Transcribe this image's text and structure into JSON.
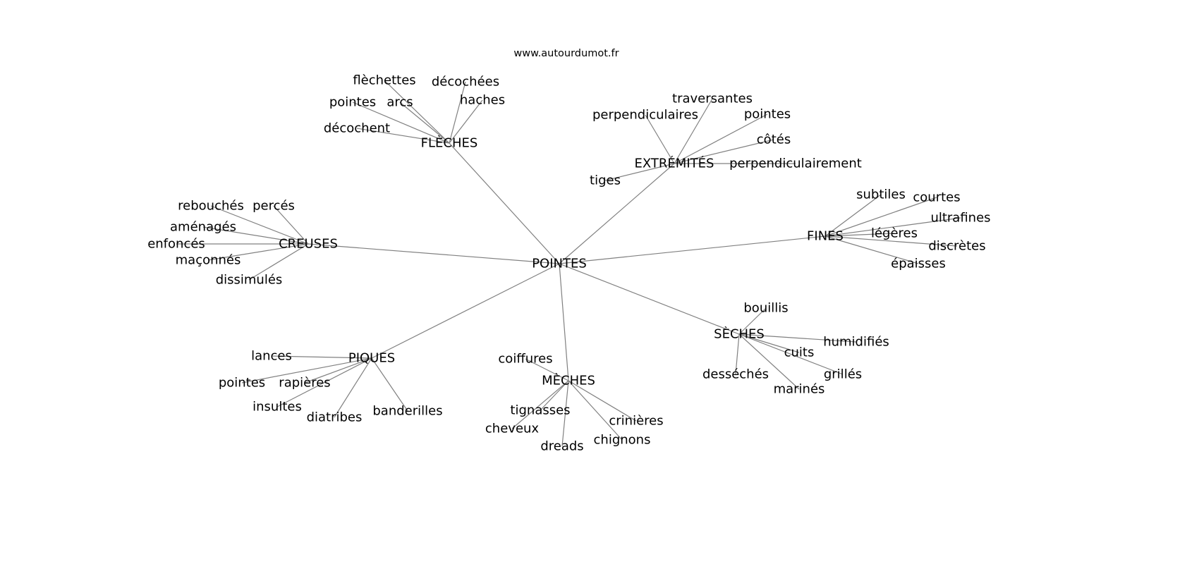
{
  "title": "www.autourdumot.fr",
  "root": "POINTES",
  "groups": [
    {
      "hub": "FLÈCHES",
      "leaves": [
        "flèchettes",
        "décochées",
        "haches",
        "pointes",
        "arcs",
        "décochent"
      ]
    },
    {
      "hub": "EXTRÉMITÉS",
      "leaves": [
        "traversantes",
        "perpendiculaires",
        "pointes",
        "côtés",
        "perpendiculairement",
        "tiges"
      ]
    },
    {
      "hub": "CREUSES",
      "leaves": [
        "rebouchés",
        "percés",
        "aménagés",
        "enfoncés",
        "maçonnés",
        "dissimulés"
      ]
    },
    {
      "hub": "FINES",
      "leaves": [
        "subtiles",
        "courtes",
        "ultrafines",
        "légères",
        "discrètes",
        "épaisses"
      ]
    },
    {
      "hub": "SÈCHES",
      "leaves": [
        "bouillis",
        "humidifiés",
        "cuits",
        "grillés",
        "marinés",
        "desséchés"
      ]
    },
    {
      "hub": "PIQUES",
      "leaves": [
        "lances",
        "pointes",
        "rapières",
        "insultes",
        "diatribes",
        "banderilles"
      ]
    },
    {
      "hub": "MÈCHES",
      "leaves": [
        "coiffures",
        "tignasses",
        "cheveux",
        "dreads",
        "chignons",
        "crinières"
      ]
    }
  ]
}
